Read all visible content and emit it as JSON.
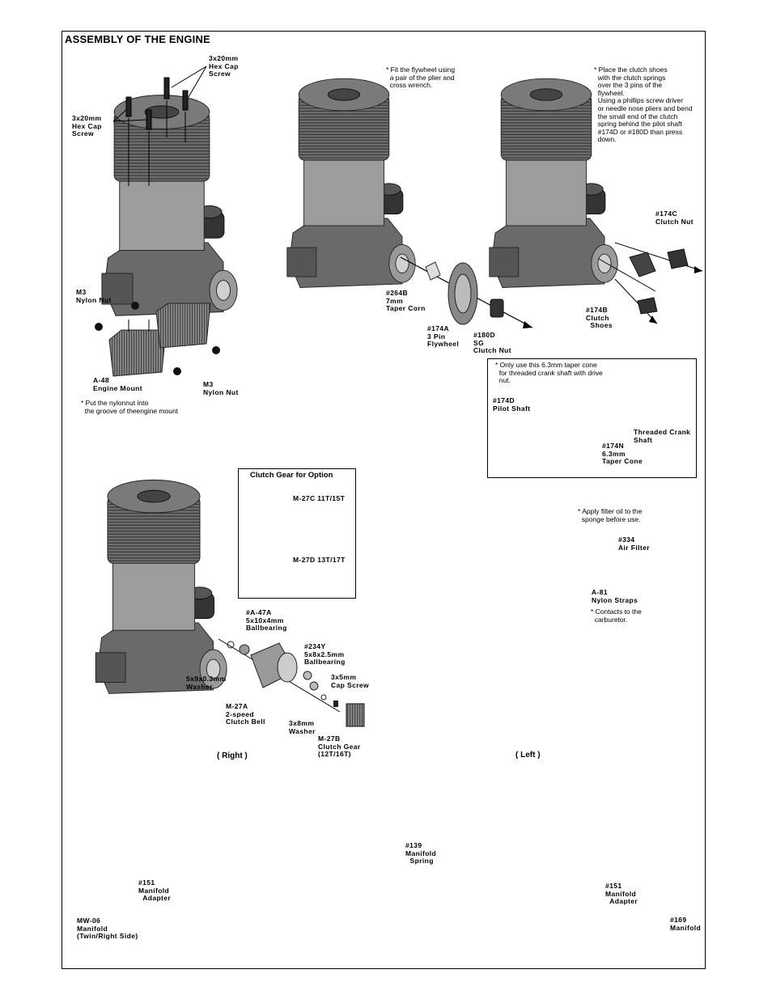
{
  "title": "ASSEMBLY OF THE ENGINE",
  "step1": {
    "screw_top": "3x20mm\nHex Cap\nScrew",
    "screw_left": "3x20mm\nHex Cap\nScrew",
    "nut_left": "M3\nNylon Nut",
    "engine_mount": "A-48\nEngine Mount",
    "nut_bottom": "M3\nNylon Nut",
    "note": "* Put the nylonnut into\n  the groove of theengine mount"
  },
  "step2": {
    "note": "* Fit the flywheel using\n  a pair of the plier and\n  cross wrench.",
    "taper": "#264B\n7mm\nTaper Corn",
    "flywheel": "#174A\n3 Pin\nFlywheel",
    "clutch_nut": "#180D\nSG\nClutch Nut"
  },
  "step3": {
    "note": "* Place the clutch shoes\n  with the clutch springs\n  over the 3 pins of the\n  flywheel.\n  Using a phillips screw driver\n  or needle nose pliers and bend\n  the small end of the clutch\n  spring behind the pilot shaft\n  #174D or #180D than press\n  down.",
    "clutch_nut": "#174C\nClutch Nut",
    "clutch_shoes": "#174B\nClutch\n  Shoes"
  },
  "option_box": {
    "note": "* Only use this 6.3mm taper cone\n  for threaded crank shaft with drive\n  nut.",
    "pilot": "#174D\nPilot Shaft",
    "threaded": "Threaded Crank\nShaft",
    "taper": "#174N\n6.3mm\nTaper Cone"
  },
  "gear_box": {
    "title": "Clutch Gear for Option",
    "g1": "M-27C 11T/15T",
    "g2": "M-27D 13T/17T"
  },
  "step4": {
    "bearing1": "#A-47A\n5x10x4mm\nBallbearing",
    "bearing2": "#234Y\n5x8x2.5mm\nBallbearing",
    "washer": "5x9x0.3mm\nWasher",
    "cap_screw": "3x5mm\nCap Screw",
    "bell": "M-27A\n2-speed\nClutch Bell",
    "washer2": "3x8mm\nWasher",
    "gear": "M-27B\nClutch Gear\n(12T/16T)"
  },
  "step5": {
    "note": "* Apply filter oil to the\n  sponge before use.",
    "filter": "#334\nAir Filter",
    "straps": "A-81\nNylon Straps",
    "note2": "* Contacts to the\n  carburetor."
  },
  "step6": {
    "right_label": "( Right )",
    "left_label": "( Left )",
    "adapter_r": "#151\nManifold\n  Adapter",
    "manifold_r": "MW-06\nManifold\n(Twin/Right Side)",
    "spring": "#139\nManifold\n  Spring",
    "adapter_l": "#151\nManifold\n  Adapter",
    "manifold_l": "#169\nManifold"
  }
}
